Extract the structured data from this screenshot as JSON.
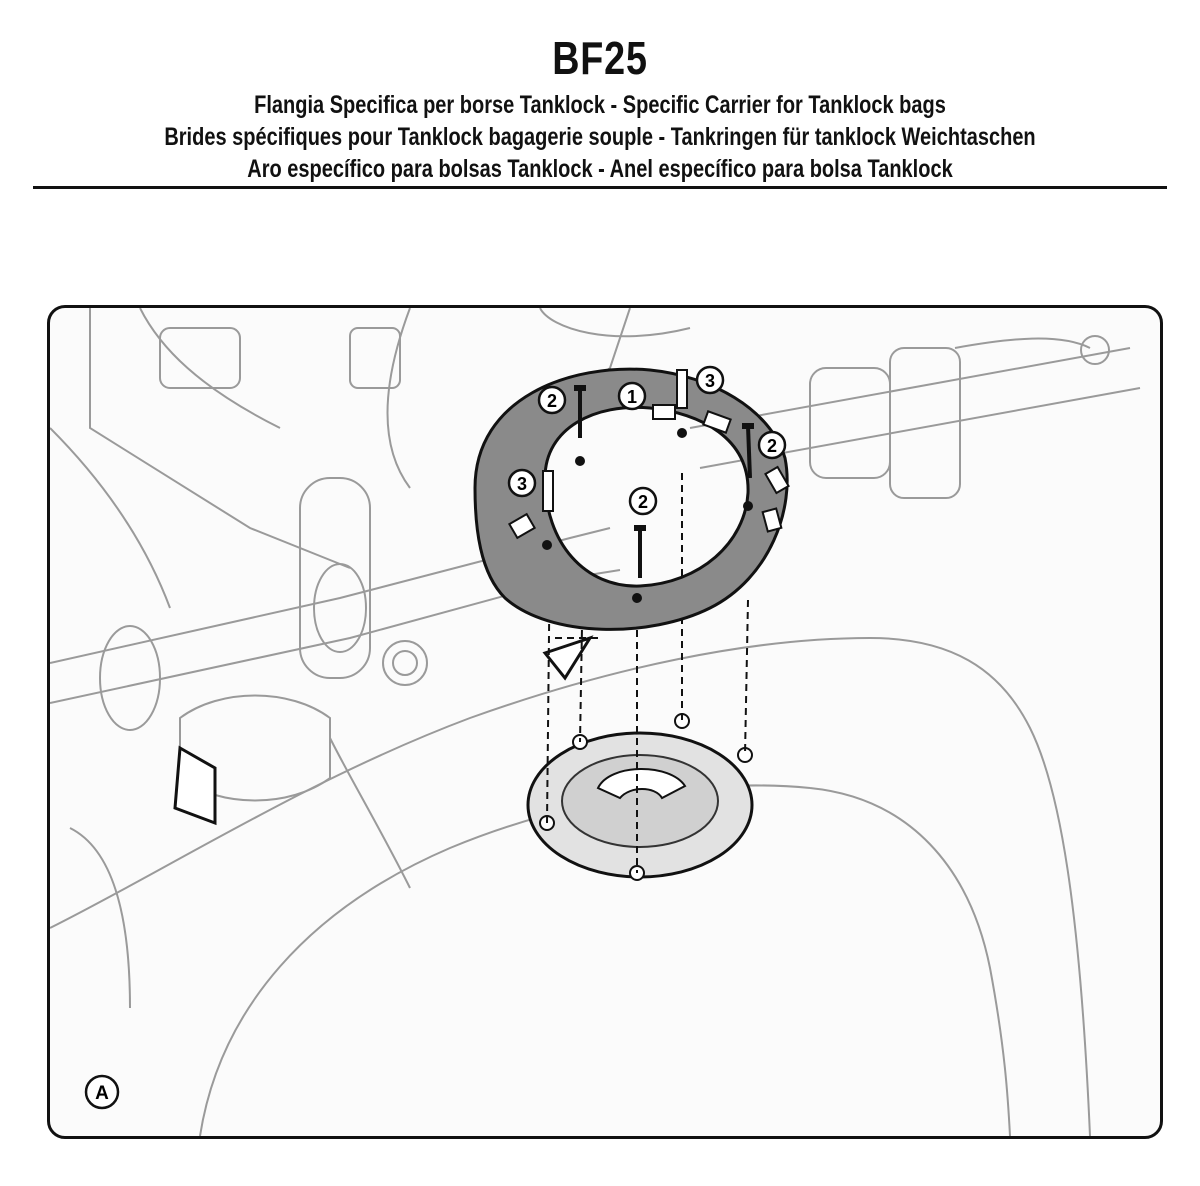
{
  "header": {
    "title": "BF25",
    "lines": [
      "Flangia Specifica per borse Tanklock - Specific Carrier for Tanklock bags",
      "Brides spécifiques pour Tanklock bagagerie souple - Tankringen für tanklock Weichtaschen",
      "Aro específico para bolsas Tanklock - Anel específico para bolsa Tanklock"
    ]
  },
  "diagram": {
    "view_label": "A",
    "callouts": {
      "ring": "1",
      "screw_left_top": "2",
      "screw_right": "2",
      "screw_center": "2",
      "spacer_left": "3",
      "spacer_right_top": "3"
    },
    "colors": {
      "ring_fill": "#8a8a8a",
      "line": "#555555",
      "outline": "#111111"
    }
  }
}
